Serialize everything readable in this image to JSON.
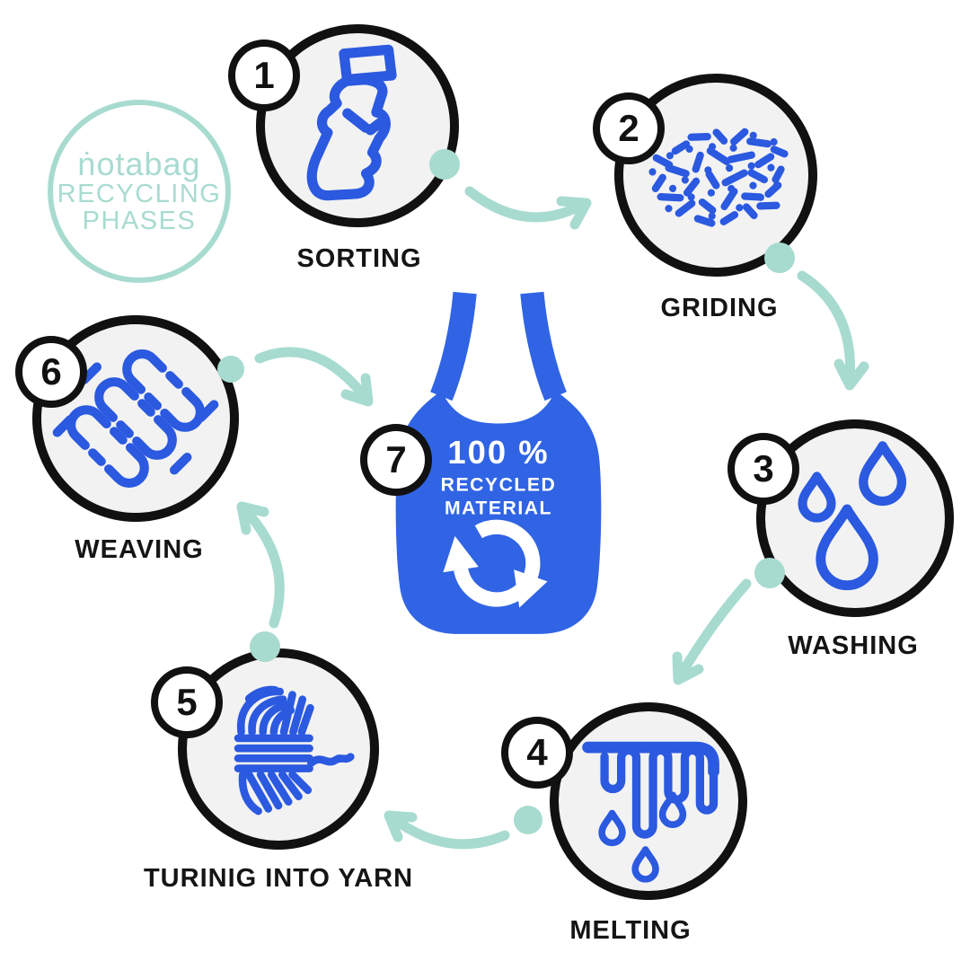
{
  "brand": {
    "name": "ṅotabag",
    "tagline_line1": "RECYCLING",
    "tagline_line2": "PHASES"
  },
  "steps": [
    {
      "number": "1",
      "label": "SORTING",
      "icon": "crushed-plastic-bottle-icon"
    },
    {
      "number": "2",
      "label": "GRIDING",
      "icon": "plastic-flakes-icon"
    },
    {
      "number": "3",
      "label": "WASHING",
      "icon": "water-drops-icon"
    },
    {
      "number": "4",
      "label": "MELTING",
      "icon": "melting-plastic-icon"
    },
    {
      "number": "5",
      "label": "TURINIG INTO YARN",
      "icon": "yarn-ball-icon"
    },
    {
      "number": "6",
      "label": "WEAVING",
      "icon": "woven-fabric-icon"
    }
  ],
  "center": {
    "number": "7",
    "headline": "100 %",
    "line2": "RECYCLED",
    "line3": "MATERIAL",
    "icon": "recycle-arrows-icon"
  },
  "colors": {
    "mint": "#a8dbd0",
    "icon_blue": "#2b59e0",
    "bag_blue": "#3064e4",
    "outline": "#111111",
    "disc_fill": "#f2f2f2",
    "label": "#151515",
    "white": "#ffffff"
  }
}
